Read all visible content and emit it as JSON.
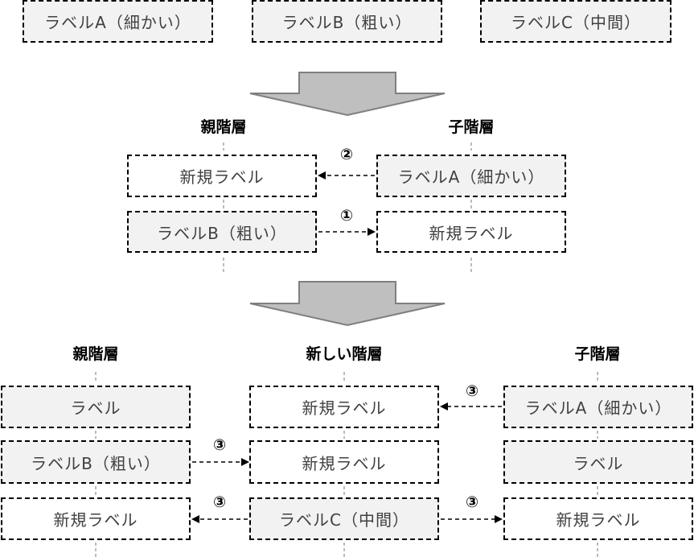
{
  "colors": {
    "shaded_fill": "#f2f2f2",
    "plain_fill": "#ffffff",
    "border": "#000000",
    "text": "#404040",
    "big_arrow_fill": "#bfbfbf",
    "big_arrow_stroke": "#7f7f7f",
    "connector": "#a6a6a6"
  },
  "source_labels": [
    "ラベルA（細かい）",
    "ラベルB（粗い）",
    "ラベルC（中間）"
  ],
  "stage2": {
    "parent_header": "親階層",
    "child_header": "子階層",
    "parent_boxes": [
      "新規ラベル",
      "ラベルB（粗い）"
    ],
    "child_boxes": [
      "ラベルA（細かい）",
      "新規ラベル"
    ],
    "steps": [
      "②",
      "①"
    ]
  },
  "stage3": {
    "parent_header": "親階層",
    "middle_header": "新しい階層",
    "child_header": "子階層",
    "parent_boxes": [
      "ラベル",
      "ラベルB（粗い）",
      "新規ラベル"
    ],
    "middle_boxes": [
      "新規ラベル",
      "新規ラベル",
      "ラベルC（中間）"
    ],
    "child_boxes": [
      "ラベルA（細かい）",
      "ラベル",
      "新規ラベル"
    ],
    "steps": [
      "③",
      "③",
      "③",
      "③"
    ]
  }
}
